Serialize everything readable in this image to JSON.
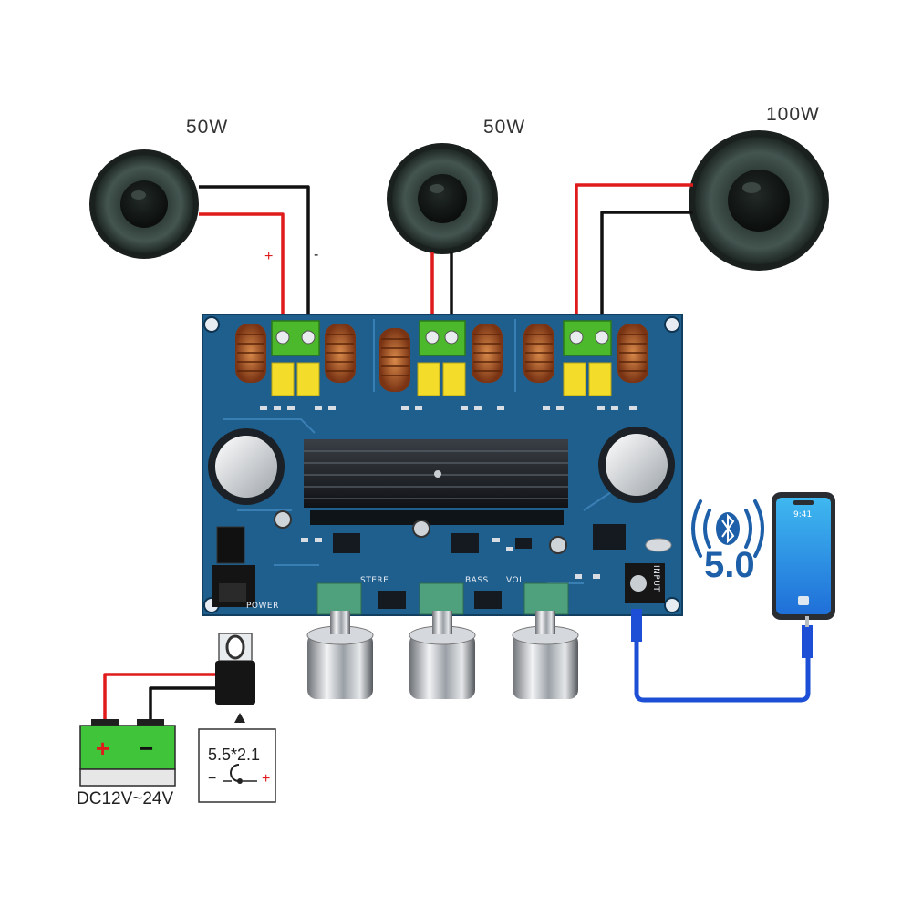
{
  "speakers": {
    "left_power": "50W",
    "center_power": "50W",
    "right_power": "100W",
    "positive_mark": "+",
    "negative_mark": "-"
  },
  "board": {
    "labels": {
      "power": "POWER",
      "stereo": "STERE",
      "bass": "BASS",
      "vol": "VOL",
      "input": "INPUT"
    }
  },
  "bluetooth": {
    "version": "5.0",
    "icon": "bluetooth-icon"
  },
  "phone": {
    "time": "9:41"
  },
  "power_supply": {
    "battery_plus": "+",
    "battery_minus": "−",
    "voltage": "DC12V~24V",
    "jack_size": "5.5*2.1",
    "jack_minus": "−",
    "jack_plus": "+"
  },
  "colors": {
    "board": "#1f5f8e",
    "battery": "#3fc43a",
    "wire_positive": "#e01b1b",
    "wire_negative": "#111111",
    "bluetooth": "#1d5fa8",
    "cable": "#1c4fd6"
  }
}
